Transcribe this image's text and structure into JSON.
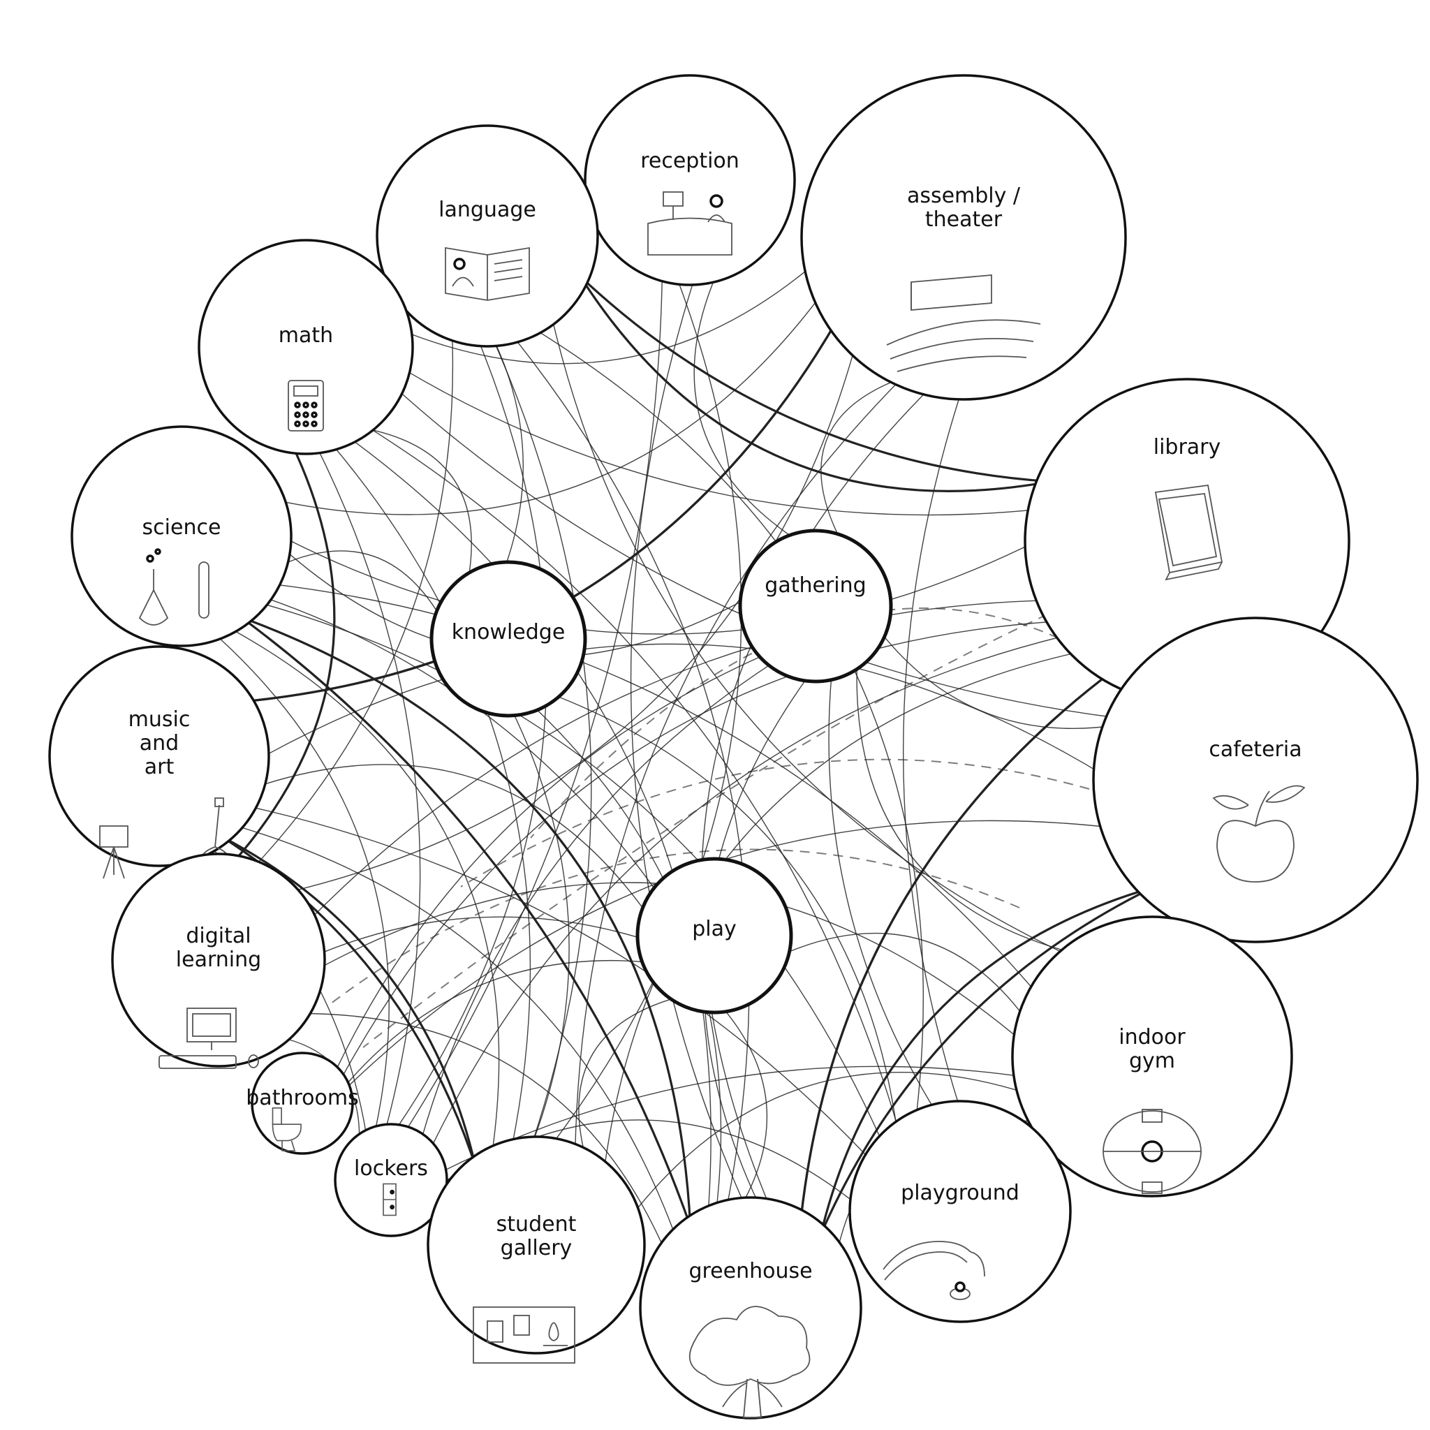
{
  "diagram": {
    "type": "network",
    "nodes": [
      {
        "id": "reception",
        "lines": [
          "reception"
        ],
        "icon": "reception-desk-icon",
        "bold": false
      },
      {
        "id": "assembly",
        "lines": [
          "assembly /",
          "theater"
        ],
        "icon": "theater-seating-icon",
        "bold": false
      },
      {
        "id": "language",
        "lines": [
          "language"
        ],
        "icon": "open-book-icon",
        "bold": false
      },
      {
        "id": "math",
        "lines": [
          "math"
        ],
        "icon": "calculator-icon",
        "bold": false
      },
      {
        "id": "library",
        "lines": [
          "library"
        ],
        "icon": "book-icon",
        "bold": false
      },
      {
        "id": "science",
        "lines": [
          "science"
        ],
        "icon": "flask-icon",
        "bold": false
      },
      {
        "id": "knowledge",
        "lines": [
          "knowledge"
        ],
        "icon": "",
        "bold": true
      },
      {
        "id": "gathering",
        "lines": [
          "gathering"
        ],
        "icon": "",
        "bold": true
      },
      {
        "id": "cafeteria",
        "lines": [
          "cafeteria"
        ],
        "icon": "apple-icon",
        "bold": false
      },
      {
        "id": "music-art",
        "lines": [
          "music",
          "and",
          "art"
        ],
        "icon": "easel-guitar-icon",
        "bold": false
      },
      {
        "id": "play",
        "lines": [
          "play"
        ],
        "icon": "",
        "bold": true
      },
      {
        "id": "digital",
        "lines": [
          "digital",
          "learning"
        ],
        "icon": "computer-icon",
        "bold": false
      },
      {
        "id": "indoor-gym",
        "lines": [
          "indoor",
          "gym"
        ],
        "icon": "basketball-court-icon",
        "bold": false
      },
      {
        "id": "bathrooms",
        "lines": [
          "bathrooms"
        ],
        "icon": "toilet-icon",
        "bold": false
      },
      {
        "id": "lockers",
        "lines": [
          "lockers"
        ],
        "icon": "locker-icon",
        "bold": false
      },
      {
        "id": "playground",
        "lines": [
          "playground"
        ],
        "icon": "slide-icon",
        "bold": false
      },
      {
        "id": "student-gallery",
        "lines": [
          "student",
          "gallery"
        ],
        "icon": "bulletin-board-icon",
        "bold": false
      },
      {
        "id": "greenhouse",
        "lines": [
          "greenhouse"
        ],
        "icon": "tree-icon",
        "bold": false
      }
    ],
    "edges": [
      [
        "language",
        "library"
      ],
      [
        "language",
        "student-gallery"
      ],
      [
        "language",
        "greenhouse"
      ],
      [
        "language",
        "lockers"
      ],
      [
        "language",
        "playground"
      ],
      [
        "language",
        "knowledge"
      ],
      [
        "language",
        "digital"
      ],
      [
        "language",
        "indoor-gym"
      ],
      [
        "reception",
        "student-gallery"
      ],
      [
        "reception",
        "gathering"
      ],
      [
        "reception",
        "lockers"
      ],
      [
        "reception",
        "greenhouse"
      ],
      [
        "assembly",
        "music-art"
      ],
      [
        "assembly",
        "digital"
      ],
      [
        "assembly",
        "greenhouse"
      ],
      [
        "assembly",
        "playground"
      ],
      [
        "assembly",
        "student-gallery"
      ],
      [
        "assembly",
        "math"
      ],
      [
        "assembly",
        "science"
      ],
      [
        "assembly",
        "gathering"
      ],
      [
        "math",
        "library"
      ],
      [
        "math",
        "lockers"
      ],
      [
        "math",
        "student-gallery"
      ],
      [
        "math",
        "greenhouse"
      ],
      [
        "math",
        "knowledge"
      ],
      [
        "math",
        "cafeteria"
      ],
      [
        "math",
        "playground"
      ],
      [
        "science",
        "library"
      ],
      [
        "science",
        "lockers"
      ],
      [
        "science",
        "student-gallery"
      ],
      [
        "science",
        "greenhouse"
      ],
      [
        "science",
        "indoor-gym"
      ],
      [
        "science",
        "playground"
      ],
      [
        "science",
        "knowledge"
      ],
      [
        "science",
        "gathering"
      ],
      [
        "music-art",
        "lockers"
      ],
      [
        "music-art",
        "student-gallery"
      ],
      [
        "music-art",
        "greenhouse"
      ],
      [
        "music-art",
        "cafeteria"
      ],
      [
        "music-art",
        "play"
      ],
      [
        "music-art",
        "playground"
      ],
      [
        "digital",
        "library"
      ],
      [
        "digital",
        "lockers"
      ],
      [
        "digital",
        "greenhouse"
      ],
      [
        "digital",
        "indoor-gym"
      ],
      [
        "digital",
        "play"
      ],
      [
        "library",
        "greenhouse"
      ],
      [
        "library",
        "lockers"
      ],
      [
        "library",
        "bathrooms"
      ],
      [
        "library",
        "student-gallery"
      ],
      [
        "cafeteria",
        "greenhouse"
      ],
      [
        "cafeteria",
        "gathering"
      ],
      [
        "cafeteria",
        "bathrooms"
      ],
      [
        "gathering",
        "greenhouse"
      ],
      [
        "gathering",
        "indoor-gym"
      ],
      [
        "gathering",
        "playground"
      ],
      [
        "gathering",
        "lockers"
      ],
      [
        "play",
        "greenhouse"
      ],
      [
        "play",
        "indoor-gym"
      ],
      [
        "play",
        "student-gallery"
      ],
      [
        "play",
        "science"
      ],
      [
        "knowledge",
        "student-gallery"
      ],
      [
        "knowledge",
        "greenhouse"
      ],
      [
        "knowledge",
        "playground"
      ],
      [
        "lockers",
        "playground"
      ],
      [
        "lockers",
        "indoor-gym"
      ],
      [
        "bathrooms",
        "gathering"
      ],
      [
        "bathrooms",
        "play"
      ],
      [
        "student-gallery",
        "indoor-gym"
      ],
      [
        "indoor-gym",
        "greenhouse"
      ]
    ],
    "heavy_edges": [
      [
        "assembly",
        "music-art"
      ],
      [
        "math",
        "digital"
      ],
      [
        "science",
        "greenhouse"
      ],
      [
        "music-art",
        "student-gallery"
      ],
      [
        "library",
        "greenhouse"
      ],
      [
        "cafeteria",
        "greenhouse"
      ],
      [
        "language",
        "library"
      ]
    ]
  }
}
